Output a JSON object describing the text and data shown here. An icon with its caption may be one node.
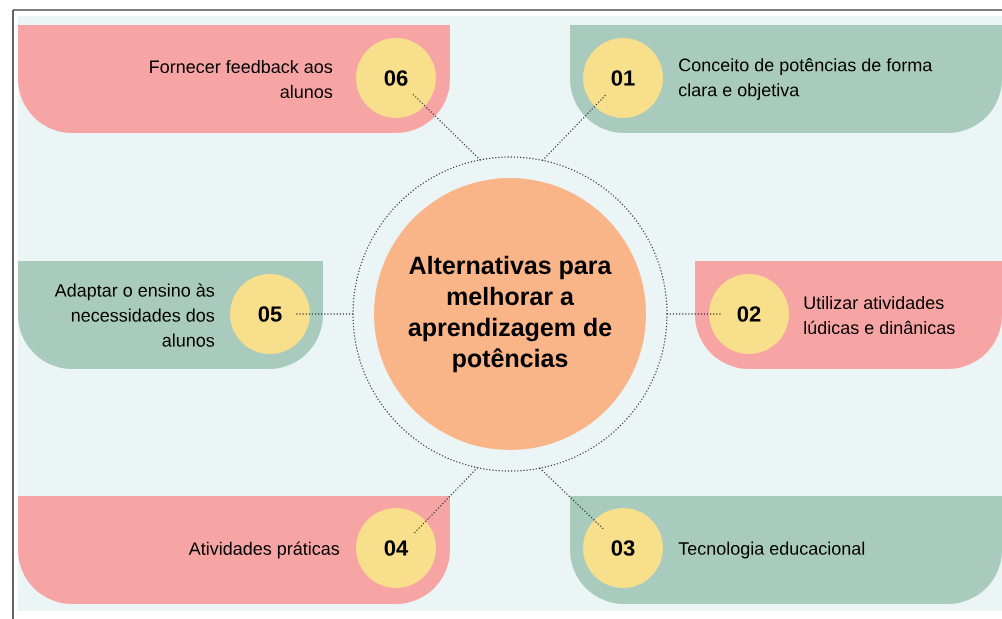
{
  "diagram": {
    "nodes": [
      {
        "text": [
          "Alternativas para melhorar a aprendizagem de potências"
        ]
      },
      {
        "text": [
          "Conceito de potências de forma clara e objetiva"
        ]
      },
      {
        "text": [
          "01"
        ],
        "in": 1
      },
      {
        "text": [
          "Utilizar atividades lúdicas e dinânicas"
        ]
      },
      {
        "text": [
          "02"
        ],
        "in": 3
      },
      {
        "text": [
          "Tecnologia educacional"
        ]
      },
      {
        "text": [
          "03"
        ],
        "in": 5
      },
      {
        "text": [
          "Atividades práticas"
        ]
      },
      {
        "text": [
          "04"
        ],
        "in": 7
      },
      {
        "text": [
          "Adaptar o ensino às necessidades dos alunos"
        ]
      },
      {
        "text": [
          "05"
        ],
        "in": 9
      },
      {
        "text": [
          "Fornecer feedback aos alunos"
        ]
      },
      {
        "text": [
          "06"
        ],
        "in": 11
      }
    ],
    "edges": [
      {
        "from": 0,
        "to": 2,
        "arrow": "none",
        "style": "dashed"
      },
      {
        "from": 0,
        "to": 4,
        "arrow": "none",
        "style": "dashed"
      },
      {
        "from": 0,
        "to": 6,
        "arrow": "none",
        "style": "dashed"
      },
      {
        "from": 0,
        "to": 8,
        "arrow": "none",
        "style": "dashed"
      },
      {
        "from": 0,
        "to": 10,
        "arrow": "none",
        "style": "dashed"
      },
      {
        "from": 0,
        "to": 12,
        "arrow": "none",
        "style": "dashed"
      }
    ]
  }
}
